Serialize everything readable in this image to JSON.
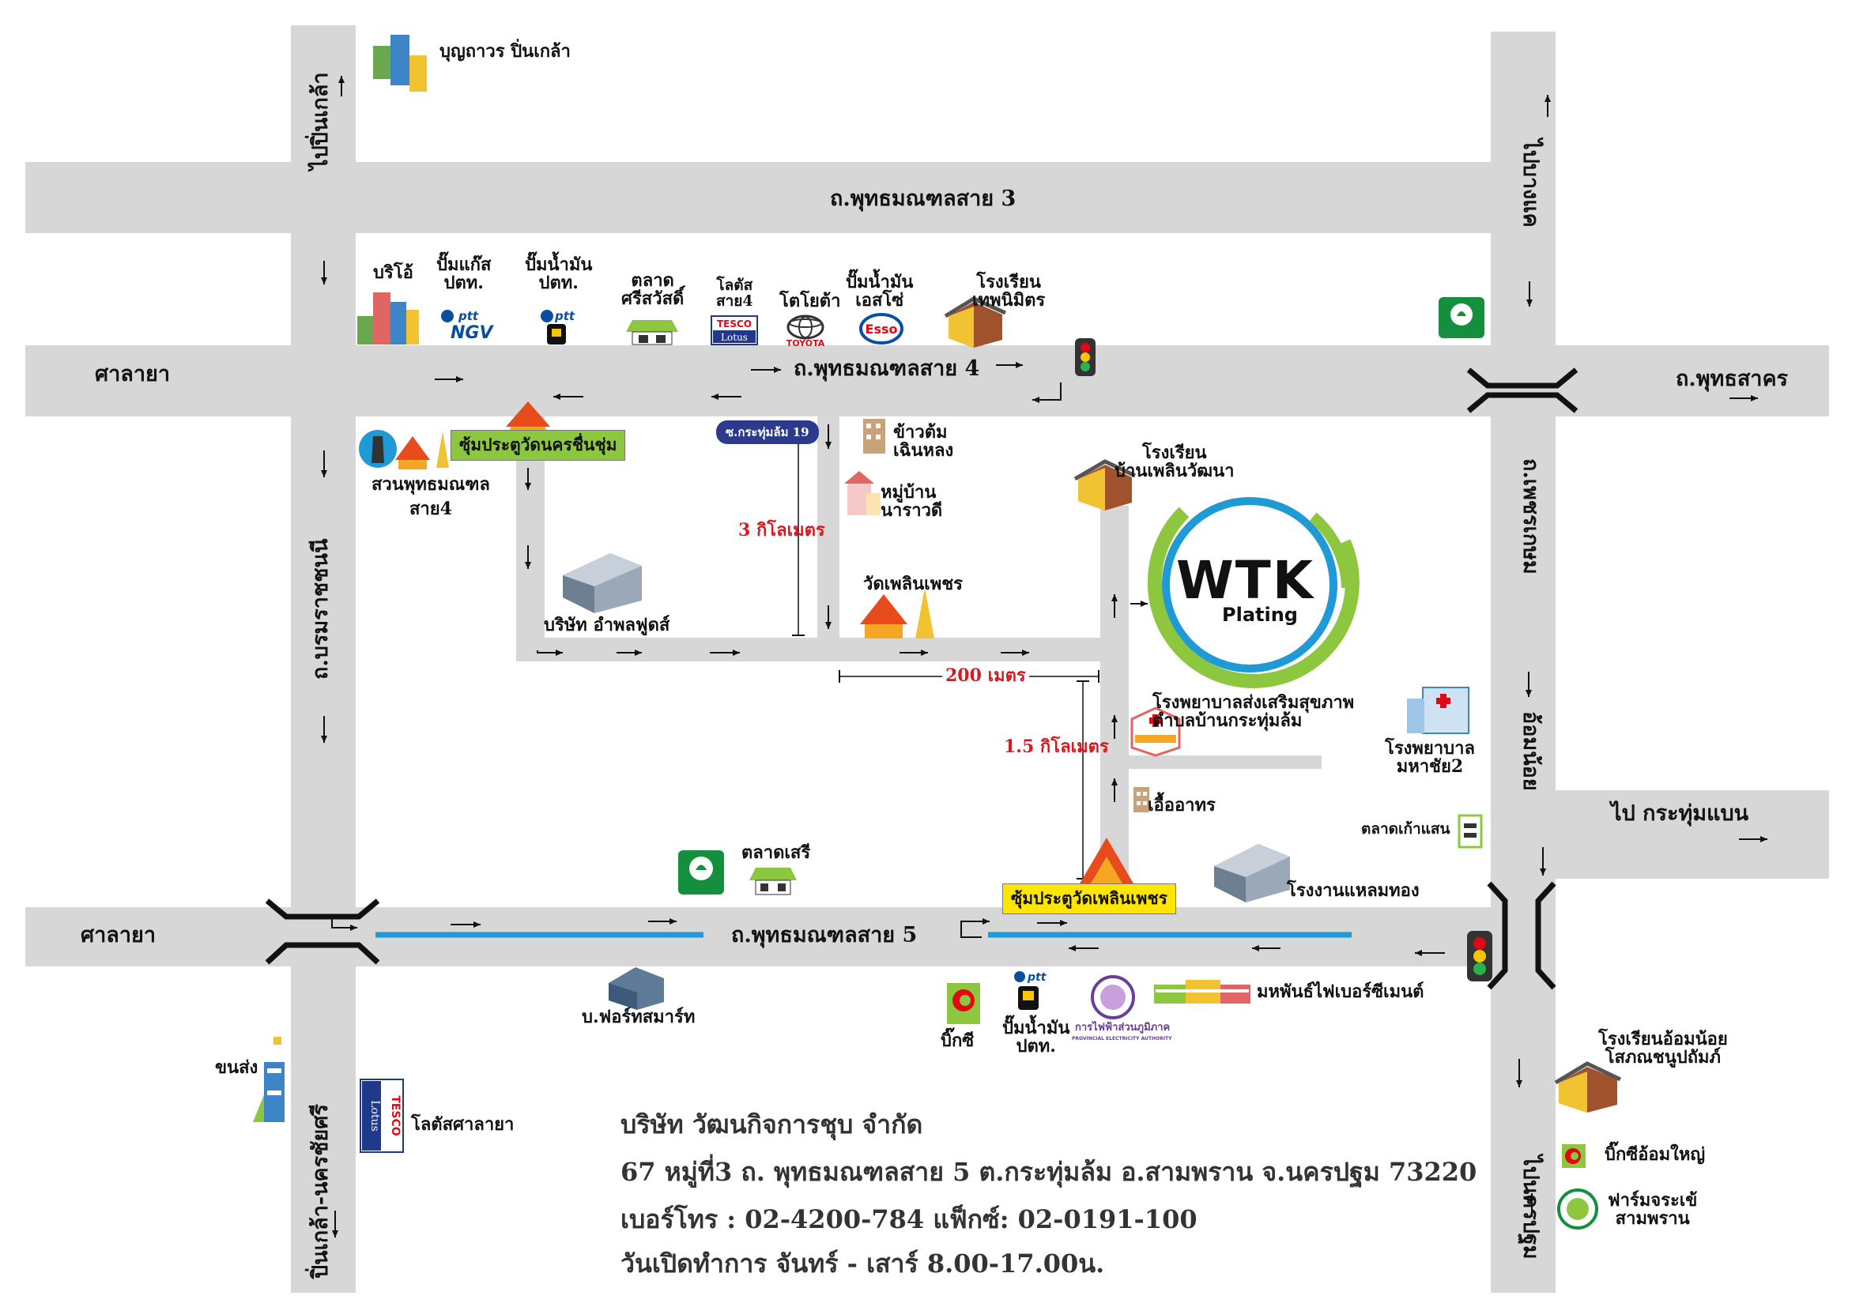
{
  "roads": {
    "top_road": "ถ.พุทธมณฑลสาย 3",
    "mid_road": "ถ.พุทธมณฑลสาย 4",
    "bottom_road": "ถ.พุทธมณฑลสาย 5",
    "left_road": "ถ.บรมราชชนนี",
    "right_road": "ถ.เพชรเกษม",
    "right_lower": "อ้อมน้อย",
    "left_top_dest": "ไปปิ่นเกล้า",
    "left_bottom_dest": "ปิ่นเกล้า-นครชัยศรี",
    "right_top_dest": "ไปบางแค",
    "right_bottom_dest": "ไปนครปฐม",
    "mid_left_dest": "ศาลายา",
    "bottom_left_dest": "ศาลายา",
    "mid_right_dest": "ถ.พุทธสาคร",
    "side_right_dest": "ไป กระทุ่มแบน"
  },
  "landmarks": {
    "bunthavorn": "บุญถาวร ปิ่นเกล้า",
    "brio": "บริโอ้",
    "ngv_line1": "ปั๊มแก๊ส",
    "ngv_line2": "ปตท.",
    "ptt1_line1": "ปั๊มน้ำมัน",
    "ptt1_line2": "ปตท.",
    "srisawat_line1": "ตลาด",
    "srisawat_line2": "ศรีสวัสดิ์",
    "lotus4_line1": "โลตัส",
    "lotus4_line2": "สาย4",
    "toyota": "โตโยต้า",
    "esso_line1": "ปั๊มน้ำมัน",
    "esso_line2": "เอสโซ่",
    "thepnimit_line1": "โรงเรียน",
    "thepnimit_line2": "เทพนิมิตร",
    "gate_nakhon": "ซุ้มประตูวัดนครชื่นชุ่ม",
    "park_line1": "สวนพุทธมณฑล",
    "park_line2": "สาย4",
    "soi": "ซ.กระทุ่มล้ม 19",
    "khaotom_line1": "ข้าวต้ม",
    "khaotom_line2": "เฉินหลง",
    "village_line1": "หมู่บ้าน",
    "village_line2": "นาราวดี",
    "school2_line1": "โรงเรียน",
    "school2_line2": "บ้านเพลินวัฒนา",
    "amphol": "บริษัท อำพลฟูดส์",
    "wat_ploen": "วัดเพลินเพชร",
    "dist_3km": "3 กิโลเมตร",
    "dist_200m": "200 เมตร",
    "dist_1_5km": "1.5 กิโลเมตร",
    "hospital_line1": "โรงพยาบาลส่งเสริมสุขภาพ",
    "hospital_line2": "ตำบลบ้านกระทุ่มล้ม",
    "mahachai_line1": "โรงพยาบาล",
    "mahachai_line2": "มหาชัย2",
    "ueaarthorn": "เอื้ออาทร",
    "kao_saeng": "ตลาดเก้าแสน",
    "talad_sree": "ตลาดเสรี",
    "gate_ploen": "ซุ้มประตูวัดเพลินเพชร",
    "factory": "โรงงานแหลมทอง",
    "forth": "บ.ฟอร์ทสมาร์ท",
    "bigc1": "บิ๊กซี",
    "ptt2_line1": "ปั๊มน้ำมัน",
    "ptt2_line2": "ปตท.",
    "pea": "การไฟฟ้าส่วนภูมิภาค",
    "pea_en": "PROVINCIAL ELECTRICITY AUTHORITY",
    "mahidol": "มหพันธ์ไฟเบอร์ซีเมนต์",
    "khonsong": "ขนส่ง",
    "lotus_salaya": "โลตัสศาลายา",
    "omnoi_school_line1": "โรงเรียนอ้อมน้อย",
    "omnoi_school_line2": "โสภณชนูปถัมภ์",
    "bigc_omyai": "บิ๊กซีอ้อมใหญ่",
    "farm_line1": "ฟาร์มจระเข้",
    "farm_line2": "สามพราน"
  },
  "logos": {
    "wtk": "WTK",
    "wtk_sub": "Plating",
    "ptt": "ptt",
    "ngv": "NGV",
    "tesco": "TESCO",
    "lotus": "Lotus",
    "toyota": "TOYOTA",
    "esso": "Esso"
  },
  "company": {
    "name": "บริษัท วัฒนกิจการชุบ จำกัด",
    "address": "67 หมู่ที่3 ถ. พุทธมณฑลสาย 5 ต.กระทุ่มล้ม อ.สามพราน จ.นครปฐม 73220",
    "phone": "เบอร์โทร :  02-4200-784   แฟ็กซ์: 02-0191-100",
    "hours": "วันเปิดทำการ จันทร์ - เสาร์ 8.00-17.00น."
  },
  "colors": {
    "road": "#d7d7d7",
    "accent_blue": "#1f9ad6",
    "wtk_green": "#8dc63f",
    "gate_green": "#8dc63f",
    "gate_yellow": "#ffe600",
    "distance_red": "#d71920",
    "kbank_green": "#138f3e",
    "ptt_blue": "#0a4ea2",
    "esso_red": "#e30613"
  }
}
